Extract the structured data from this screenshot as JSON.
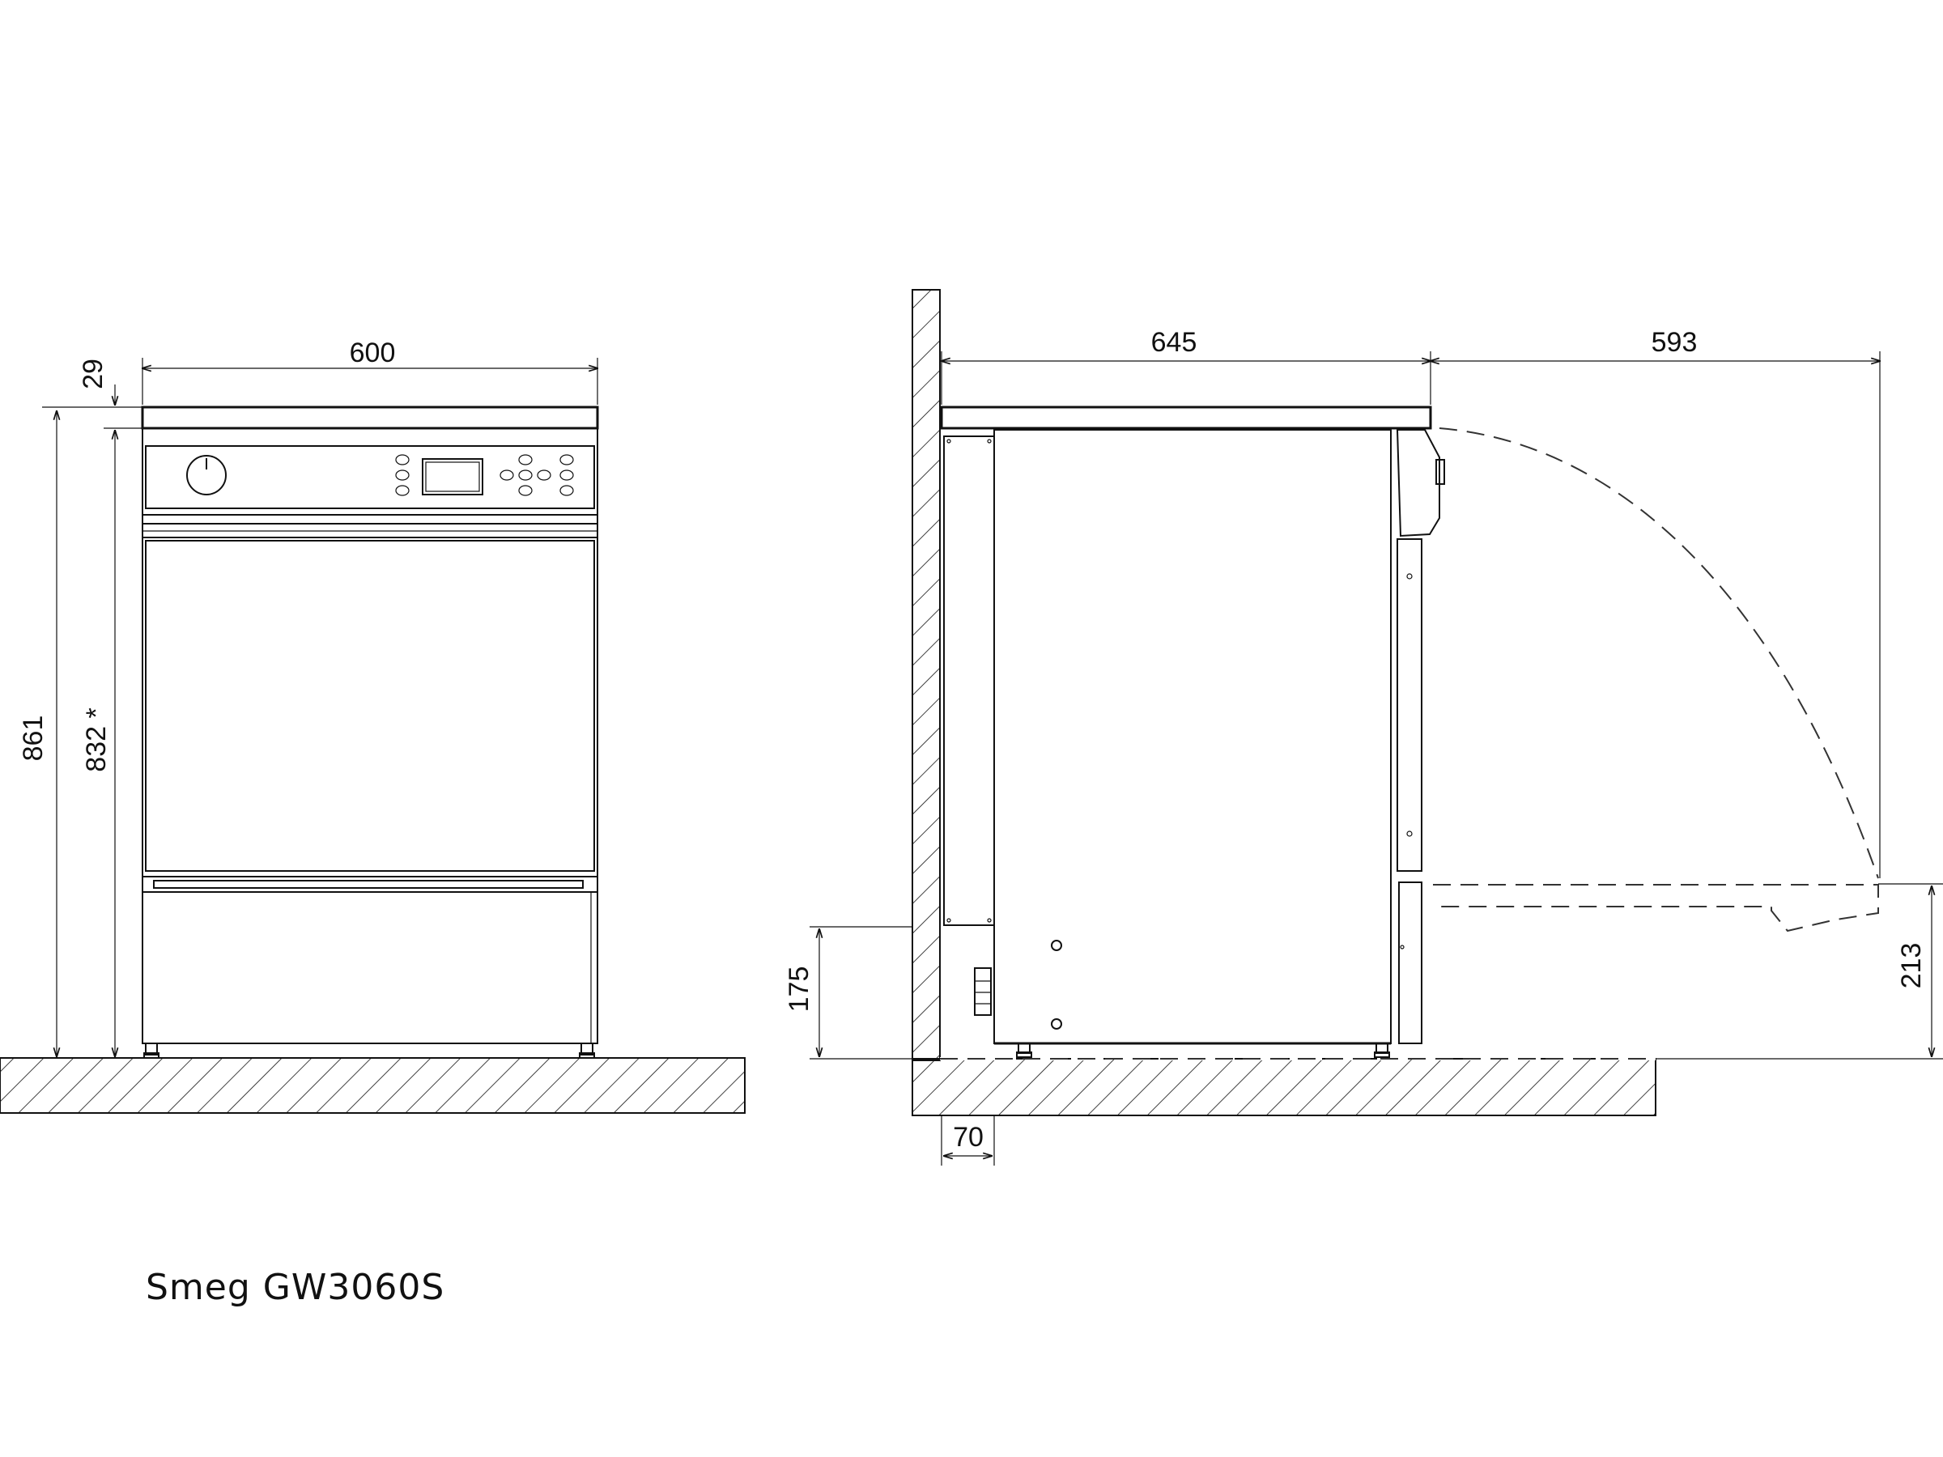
{
  "caption": "Smeg GW3060S",
  "front_view": {
    "width_label": "600",
    "top_label": "29",
    "total_height_label": "861",
    "body_height_label": "832 *"
  },
  "side_view": {
    "depth_label": "645",
    "door_swing_label": "593",
    "plinth_height_label": "175",
    "door_height_label": "213",
    "wall_gap_label": "70"
  }
}
